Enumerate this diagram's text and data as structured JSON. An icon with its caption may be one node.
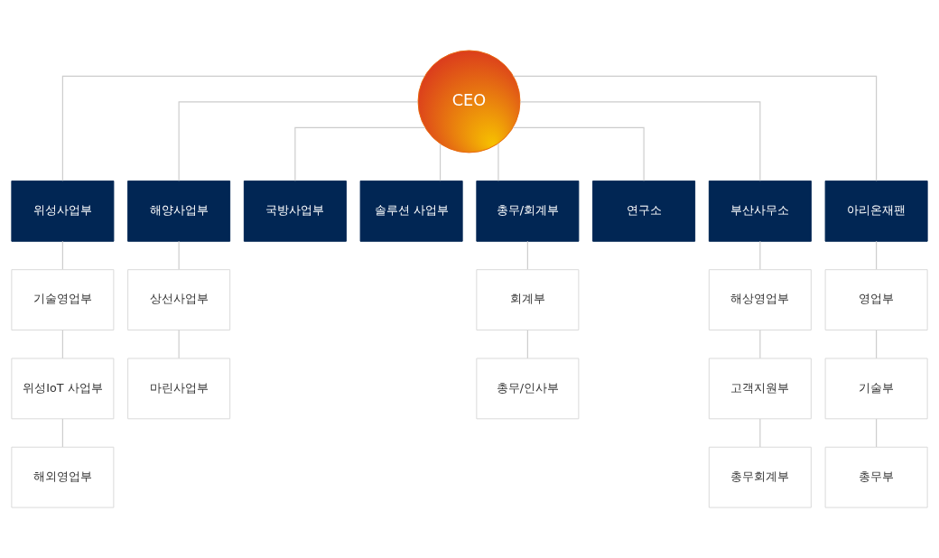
{
  "diagram": {
    "nodes": [
      {
        "text": [
          "CEO"
        ]
      },
      {
        "text": [
          "위성사업부"
        ]
      },
      {
        "text": [
          "해양사업부"
        ]
      },
      {
        "text": [
          "국방사업부"
        ]
      },
      {
        "text": [
          "솔루션 사업부"
        ]
      },
      {
        "text": [
          "총무/회계부"
        ]
      },
      {
        "text": [
          "연구소"
        ]
      },
      {
        "text": [
          "부산사무소"
        ]
      },
      {
        "text": [
          "아리온재팬"
        ]
      },
      {
        "text": [
          "기술영업부"
        ]
      },
      {
        "text": [
          "상선사업부"
        ]
      },
      {
        "text": [
          "회계부"
        ]
      },
      {
        "text": [
          "해상영업부"
        ]
      },
      {
        "text": [
          "영업부"
        ]
      },
      {
        "text": [
          "위성IoT 사업부"
        ]
      },
      {
        "text": [
          "마린사업부"
        ]
      },
      {
        "text": [
          "총무/인사부"
        ]
      },
      {
        "text": [
          "고객지원부"
        ]
      },
      {
        "text": [
          "기술부"
        ]
      },
      {
        "text": [
          "해외영업부"
        ]
      },
      {
        "text": [
          "총무회계부"
        ]
      },
      {
        "text": [
          "총무부"
        ]
      }
    ],
    "edges": [
      {
        "from": 0,
        "to": 1,
        "arrow": "none"
      },
      {
        "from": 0,
        "to": 2,
        "arrow": "none"
      },
      {
        "from": 0,
        "to": 3,
        "arrow": "none"
      },
      {
        "from": 0,
        "to": 4,
        "arrow": "none"
      },
      {
        "from": 0,
        "to": 5,
        "arrow": "none"
      },
      {
        "from": 0,
        "to": 6,
        "arrow": "none"
      },
      {
        "from": 0,
        "to": 7,
        "arrow": "none"
      },
      {
        "from": 0,
        "to": 8,
        "arrow": "none"
      },
      {
        "from": 1,
        "to": 9,
        "arrow": "none"
      },
      {
        "from": 9,
        "to": 14,
        "arrow": "none"
      },
      {
        "from": 14,
        "to": 19,
        "arrow": "none"
      },
      {
        "from": 2,
        "to": 10,
        "arrow": "none"
      },
      {
        "from": 10,
        "to": 15,
        "arrow": "none"
      },
      {
        "from": 5,
        "to": 11,
        "arrow": "none"
      },
      {
        "from": 11,
        "to": 16,
        "arrow": "none"
      },
      {
        "from": 7,
        "to": 12,
        "arrow": "none"
      },
      {
        "from": 12,
        "to": 17,
        "arrow": "none"
      },
      {
        "from": 17,
        "to": 20,
        "arrow": "none"
      },
      {
        "from": 8,
        "to": 13,
        "arrow": "none"
      },
      {
        "from": 13,
        "to": 18,
        "arrow": "none"
      },
      {
        "from": 18,
        "to": 21,
        "arrow": "none"
      }
    ]
  }
}
